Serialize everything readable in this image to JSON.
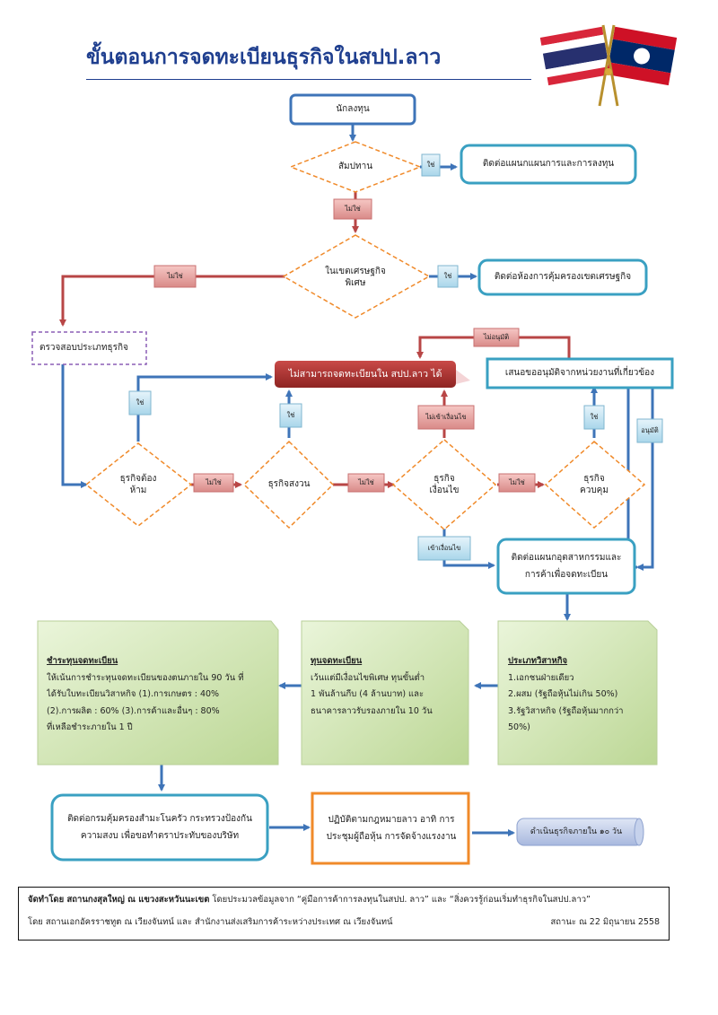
{
  "title": "ขั้นตอนการจดทะเบียนธุรกิจในสปป.ลาว",
  "colors": {
    "blue": "#3e74b8",
    "red": "#b84646",
    "teal": "#3aa0c2",
    "orange": "#f08a2a",
    "purple": "#8b5fb6",
    "green": "#c9e0a6"
  },
  "nodes": {
    "investor": "นักลงทุน",
    "concession": "สัมปทาน",
    "planning_dept": "ติดต่อแผนกแผนการและการลงทุน",
    "sez": "ในเขตเศรษฐกิจพิเศษ",
    "sez_office": "ติดต่อห้องการคุ้มครองเขตเศรษฐกิจ",
    "check_type": "ตรวจสอบประเภทธุรกิจ",
    "cannot_register": "ไม่สามารถจดทะเบียนใน สปป.ลาว ได้",
    "request_approval": "เสนอขออนุมัติจากหน่วยงานที่เกี่ยวข้อง",
    "prohibited": "ธุรกิจต้องห้าม",
    "reserved": "ธุรกิจสงวน",
    "conditional": "ธุรกิจเงื่อนไข",
    "controlled": "ธุรกิจควบคุม",
    "industry_dept": "ติดต่อแผนกอุตสาหกรรมและการค้าเพื่อจดทะเบียน",
    "security_ministry": "ติดต่อกรมคุ้มครองสำมะโนครัว กระทรวงป้องกันความสงบ เพื่อขอทำตราประทับของบริษัท",
    "follow_law": "ปฏิบัติตามกฎหมายลาว อาทิ การประชุมผู้ถือหุ้น การจัดจ้างแรงงาน",
    "operate": "ดำเนินธุรกิจภายใน ๑๐ วัน"
  },
  "tags": {
    "yes": "ใช่",
    "no": "ไม่ใช่",
    "not_approved": "ไม่อนุมัติ",
    "approved": "อนุมัติ",
    "meets_conditions": "เข้าเงื่อนไข",
    "not_meets_conditions": "ไม่เข้าเงื่อนไข"
  },
  "notes": {
    "capital_payment": {
      "heading": "ชำระทุนจดทะเบียน",
      "lines": [
        "ให้เน้นการชำระทุนจดทะเบียนของตนภายใน 90 วัน ที่",
        "ได้รับใบทะเบียนวิสาหกิจ      (1).การเกษตร : 40%",
        "(2).การผลิต : 60%   (3).การค้าและอื่นๆ : 80%",
        "ที่เหลือชำระภายใน 1 ปี"
      ]
    },
    "registered_capital": {
      "heading": "ทุนจดทะเบียน",
      "lines": [
        "เว้นแต่มีเงื่อนไขพิเศษ ทุนขั้นต่ำ",
        "1 พันล้านกีบ (4 ล้านบาท) และ",
        "ธนาคารลาวรับรองภายใน 10 วัน"
      ]
    },
    "enterprise_type": {
      "heading": "ประเภทวิสาหกิจ",
      "lines": [
        "1.เอกชนฝ่ายเดียว",
        "2.ผสม (รัฐถือหุ้นไม่เกิน 50%)",
        "3.รัฐวิสาหกิจ (รัฐถือหุ้นมากกว่า",
        "50%)"
      ]
    }
  },
  "footer": {
    "line1_bold": "จัดทำโดย สถานกงสุลใหญ่ ณ แขวงสะหวันนะเขต",
    "line1_rest": " โดยประมวลข้อมูลจาก “คู่มือการค้าการลงทุนในสปป. ลาว”  และ “สิ่งควรรู้ก่อนเริ่มทำธุรกิจในสปป.ลาว”",
    "line2_left": "โดย สถานเอกอัครราชทูต ณ เวียงจันทน์ และ สำนักงานส่งเสริมการค้าระหว่างประเทศ ณ เวียงจันทน์",
    "line2_right": "สถานะ ณ 22 มิถุนายน 2558"
  }
}
